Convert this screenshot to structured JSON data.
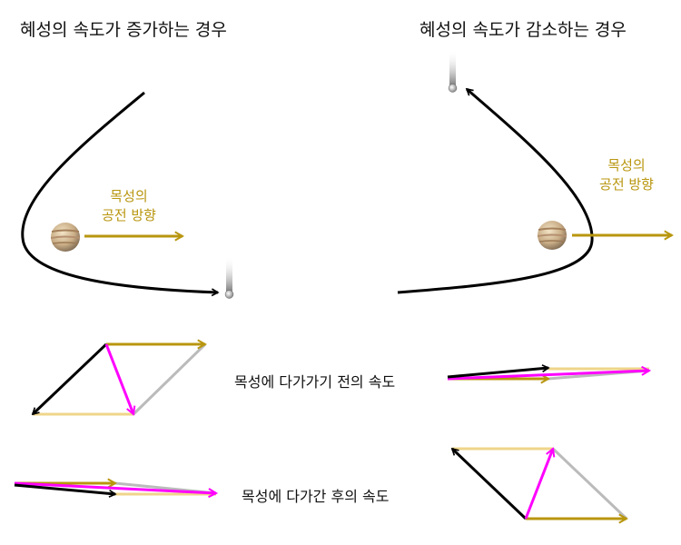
{
  "titles": {
    "speed_up": "혜성의 속도가 증가하는 경우",
    "slow_down": "혜성의 속도가 감소하는 경우"
  },
  "orbit_label": {
    "line1": "목성의",
    "line2": "공전 방향"
  },
  "row_labels": {
    "before": "목성에 다가가기 전의 속도",
    "after": "목성에 다가간 후의 속도"
  },
  "colors": {
    "comet_path": "#000000",
    "jupiter_motion": "#b8960f",
    "comet_velocity": "#000000",
    "result_velocity": "#ff00ff",
    "pale_gold": "#efd48a",
    "gray_side": "#bbbbbb"
  },
  "icons": [
    "jupiter-icon",
    "comet-icon"
  ]
}
